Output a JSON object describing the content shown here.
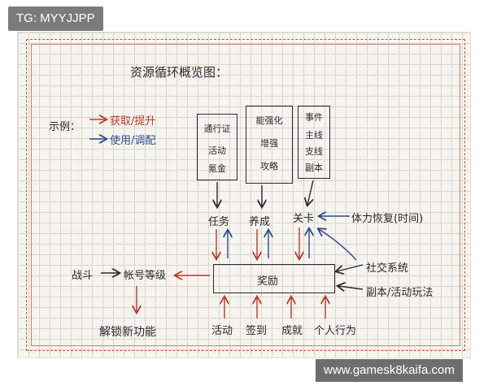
{
  "header_tag": "TG: MYYJJPP",
  "watermark": "www.gamesk8kaifa.com",
  "diagram": {
    "title": "资源循环概览图：",
    "legend": {
      "prefix": "示例：",
      "red_label": "获取/提升",
      "blue_label": "使用/调配"
    },
    "sources": {
      "pass": [
        "通行证",
        "活动",
        "氪金"
      ],
      "ability": [
        "能强化",
        "增强",
        "攻略"
      ],
      "events": [
        "事件",
        "主线",
        "支线",
        "副本"
      ]
    },
    "middle": {
      "task": "任务",
      "growth": "养成",
      "level": "关卡",
      "stamina": "体力恢复(时间)"
    },
    "reward": "奖励",
    "left": {
      "battle": "战斗",
      "account_level": "帐号等级",
      "unlock": "解锁新功能"
    },
    "right": {
      "social": "社交系统",
      "dungeon": "副本/活动玩法"
    },
    "bottom": [
      "活动",
      "签到",
      "成就",
      "个人行为"
    ]
  },
  "colors": {
    "red": "#c0392b",
    "blue": "#2e4a8f",
    "ink": "#2b2b2b",
    "border": "#c8573f"
  }
}
